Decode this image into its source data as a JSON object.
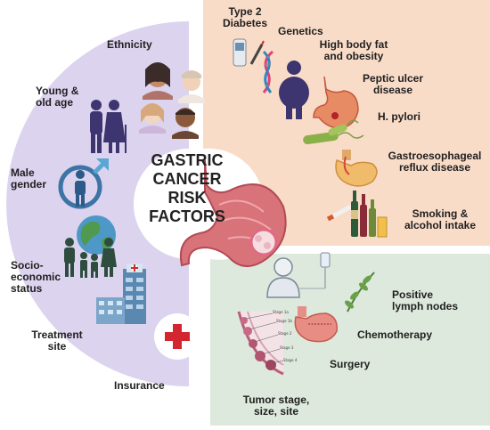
{
  "title": [
    "GASTRIC",
    "CANCER",
    "RISK",
    "FACTORS"
  ],
  "colors": {
    "left_segment": "#dcd3ee",
    "right_top_segment": "#f9dcc8",
    "right_bottom_segment": "#dde9dc",
    "stomach": "#d9737a",
    "text": "#1f1f1f"
  },
  "factors": {
    "ethnicity": "Ethnicity",
    "young_old_age": [
      "Young &",
      "old age"
    ],
    "male_gender": [
      "Male",
      "gender"
    ],
    "socio_economic_status": [
      "Socio-",
      "economic",
      "status"
    ],
    "treatment_site": [
      "Treatment",
      "site"
    ],
    "insurance": "Insurance",
    "type2_diabetes": [
      "Type 2",
      "Diabetes"
    ],
    "genetics": "Genetics",
    "high_body_fat": [
      "High body fat",
      "and obesity"
    ],
    "peptic_ulcer": [
      "Peptic ulcer",
      "disease"
    ],
    "h_pylori": "H. pylori",
    "gerd": [
      "Gastroesophageal",
      "reflux disease"
    ],
    "smoking_alcohol": [
      "Smoking &",
      "alcohol intake"
    ],
    "positive_lymph_nodes": [
      "Positive",
      "lymph nodes"
    ],
    "chemotherapy": "Chemotherapy",
    "surgery": "Surgery",
    "tumor_stage": [
      "Tumor stage,",
      "size, site"
    ]
  },
  "tumor_stage_labels": [
    "Stage 1a",
    "Stage 1b",
    "Stage 2",
    "Stage 3",
    "Stage 4"
  ],
  "icons": {
    "ethnicity": "faces-icon",
    "age": "elderly-couple-icon",
    "gender": "male-symbol-icon",
    "socio": "family-globe-icon",
    "treatment": "hospital-building-icon",
    "insurance": "red-cross-icon",
    "diabetes": "glucose-meter-icon",
    "genetics": "dna-helix-icon",
    "obesity": "obese-person-icon",
    "ulcer": "ulcer-stomach-icon",
    "pylori": "bacteria-icon",
    "reflux": "reflux-stomach-icon",
    "smoking": "bottles-cigarette-icon",
    "lymph": "patient-iv-icon",
    "chemo": "leaf-branch-icon",
    "surgery": "surgical-stomach-icon",
    "tumor": "tumor-stages-icon",
    "center": "stomach-tumor-icon"
  }
}
